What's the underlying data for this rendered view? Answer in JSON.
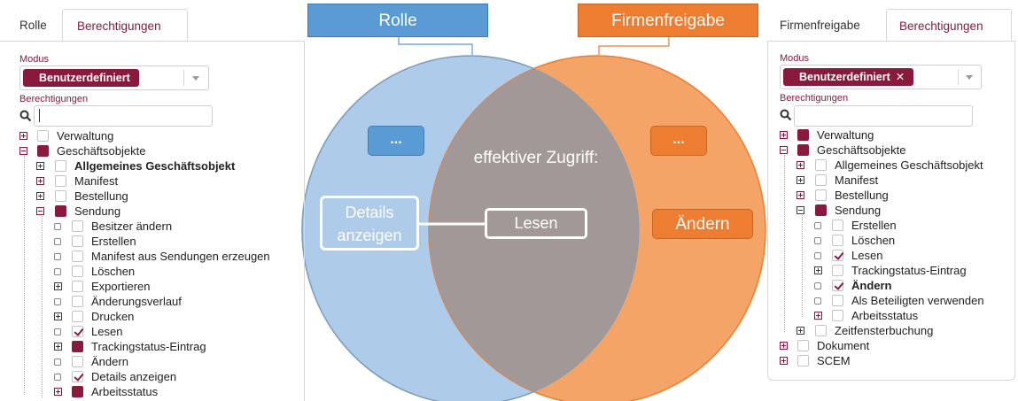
{
  "diagram": {
    "role_title": "Rolle",
    "company_title": "Firmenfreigabe",
    "role_placeholder": "...",
    "company_placeholder": "...",
    "role_permission": "Details anzeigen",
    "company_permission": "Ändern",
    "effective_title": "effektiver Zugriff:",
    "effective_permission": "Lesen",
    "colors": {
      "role": "#5b9bd5",
      "role_light": "#aecbea",
      "company": "#ed7d31",
      "company_light": "#f3a466",
      "intersection": "#a39898"
    }
  },
  "left_panel": {
    "tabs": [
      "Rolle",
      "Berechtigungen"
    ],
    "active_tab": "Berechtigungen",
    "mode_label": "Modus",
    "mode_value": "Benutzerdefiniert",
    "permissions_label": "Berechtigungen",
    "tree": [
      {
        "label": "Verwaltung"
      },
      {
        "label": "Geschäftsobjekte"
      },
      {
        "label": "Allgemeines Geschäftsobjekt"
      },
      {
        "label": "Manifest"
      },
      {
        "label": "Bestellung"
      },
      {
        "label": "Sendung"
      },
      {
        "label": "Besitzer ändern"
      },
      {
        "label": "Erstellen"
      },
      {
        "label": "Manifest aus Sendungen erzeugen"
      },
      {
        "label": "Löschen"
      },
      {
        "label": "Exportieren"
      },
      {
        "label": "Änderungsverlauf"
      },
      {
        "label": "Drucken"
      },
      {
        "label": "Lesen"
      },
      {
        "label": "Trackingstatus-Eintrag"
      },
      {
        "label": "Ändern"
      },
      {
        "label": "Details anzeigen"
      },
      {
        "label": "Arbeitsstatus"
      }
    ]
  },
  "right_panel": {
    "tabs": [
      "Firmenfreigabe",
      "Berechtigungen"
    ],
    "active_tab": "Berechtigungen",
    "mode_label": "Modus",
    "mode_value": "Benutzerdefiniert",
    "mode_clear": "✕",
    "permissions_label": "Berechtigungen",
    "tree": [
      {
        "label": "Verwaltung"
      },
      {
        "label": "Geschäftsobjekte"
      },
      {
        "label": "Allgemeines Geschäftsobjekt"
      },
      {
        "label": "Manifest"
      },
      {
        "label": "Bestellung"
      },
      {
        "label": "Sendung"
      },
      {
        "label": "Erstellen"
      },
      {
        "label": "Löschen"
      },
      {
        "label": "Lesen"
      },
      {
        "label": "Trackingstatus-Eintrag"
      },
      {
        "label": "Ändern"
      },
      {
        "label": "Als Beteiligten verwenden"
      },
      {
        "label": "Arbeitsstatus"
      },
      {
        "label": "Zeitfensterbuchung"
      },
      {
        "label": "Dokument"
      },
      {
        "label": "SCEM"
      }
    ]
  }
}
